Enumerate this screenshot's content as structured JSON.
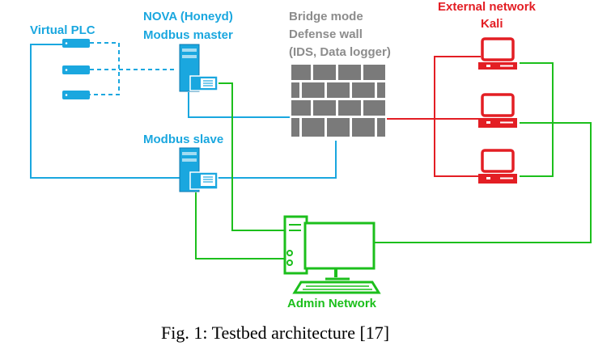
{
  "labels": {
    "virtual_plc": "Virtual PLC",
    "nova_line1": "NOVA (Honeyd)",
    "nova_line2": "Modbus master",
    "bridge_line1": "Bridge mode",
    "bridge_line2": "Defense wall",
    "bridge_line3": "(IDS, Data logger)",
    "external_line1": "External network",
    "external_line2": "Kali",
    "modbus_slave": "Modbus slave",
    "admin_network": "Admin Network"
  },
  "caption": "Fig. 1: Testbed architecture [17]",
  "colors": {
    "cyan": "#1aa7df",
    "red": "#e31e24",
    "green": "#1cbf1c",
    "gray": "#8c8c8c",
    "brick": "#7a7a7a"
  },
  "icons": {
    "plc": "plc-device-icon",
    "server": "server-icon",
    "firewall": "brick-wall-icon",
    "external_pc": "computer-icon",
    "admin_pc": "desktop-computer-icon"
  }
}
